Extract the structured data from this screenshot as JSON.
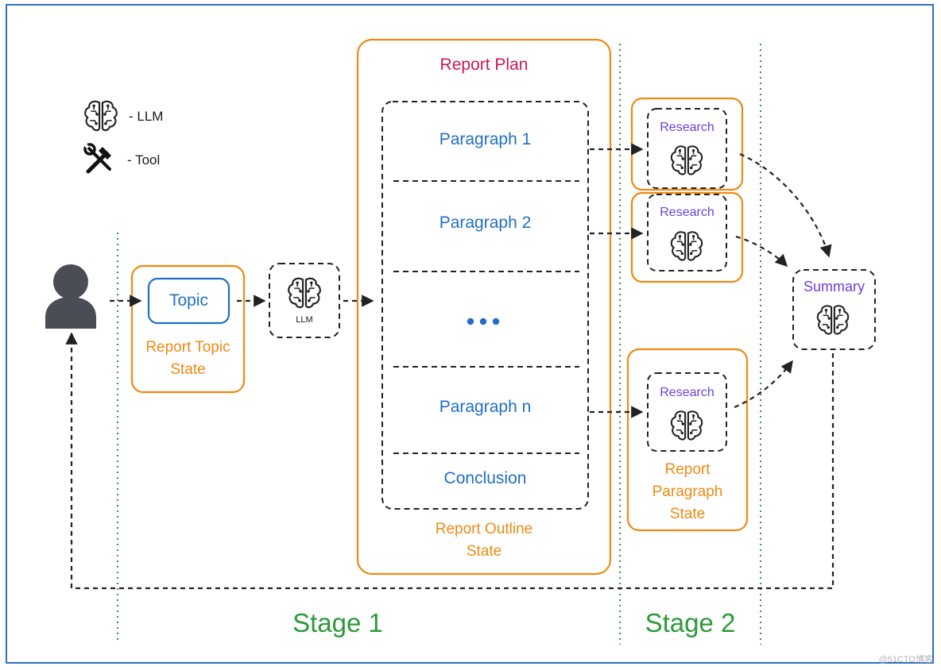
{
  "legend": {
    "llm_label": "- LLM",
    "tool_label": "- Tool",
    "llm_icon": "brain-icon",
    "tool_icon": "hammer-wrench-icon"
  },
  "user": {
    "icon": "user-icon"
  },
  "topic": {
    "label": "Topic",
    "state_line1": "Report Topic",
    "state_line2": "State"
  },
  "llm_node": {
    "label": "LLM",
    "icon": "brain-icon"
  },
  "report_plan": {
    "title": "Report Plan",
    "paragraphs": [
      "Paragraph 1",
      "Paragraph 2",
      "...",
      "Paragraph n",
      "Conclusion"
    ],
    "state_line1": "Report Outline",
    "state_line2": "State"
  },
  "research": {
    "labels": [
      "Research",
      "Research",
      "Research"
    ]
  },
  "paragraph_state": {
    "line1": "Report",
    "line2": "Paragraph",
    "line3": "State"
  },
  "summary": {
    "label": "Summary"
  },
  "stages": {
    "stage1": "Stage 1",
    "stage2": "Stage 2"
  },
  "watermark": "@51CTO博客",
  "colors": {
    "orange": "#ef8a14",
    "blue": "#1f6fc4",
    "purple": "#6b3fe0",
    "crimson": "#c81a52",
    "green": "#2c9a3a",
    "frame": "#2f6fc0"
  }
}
